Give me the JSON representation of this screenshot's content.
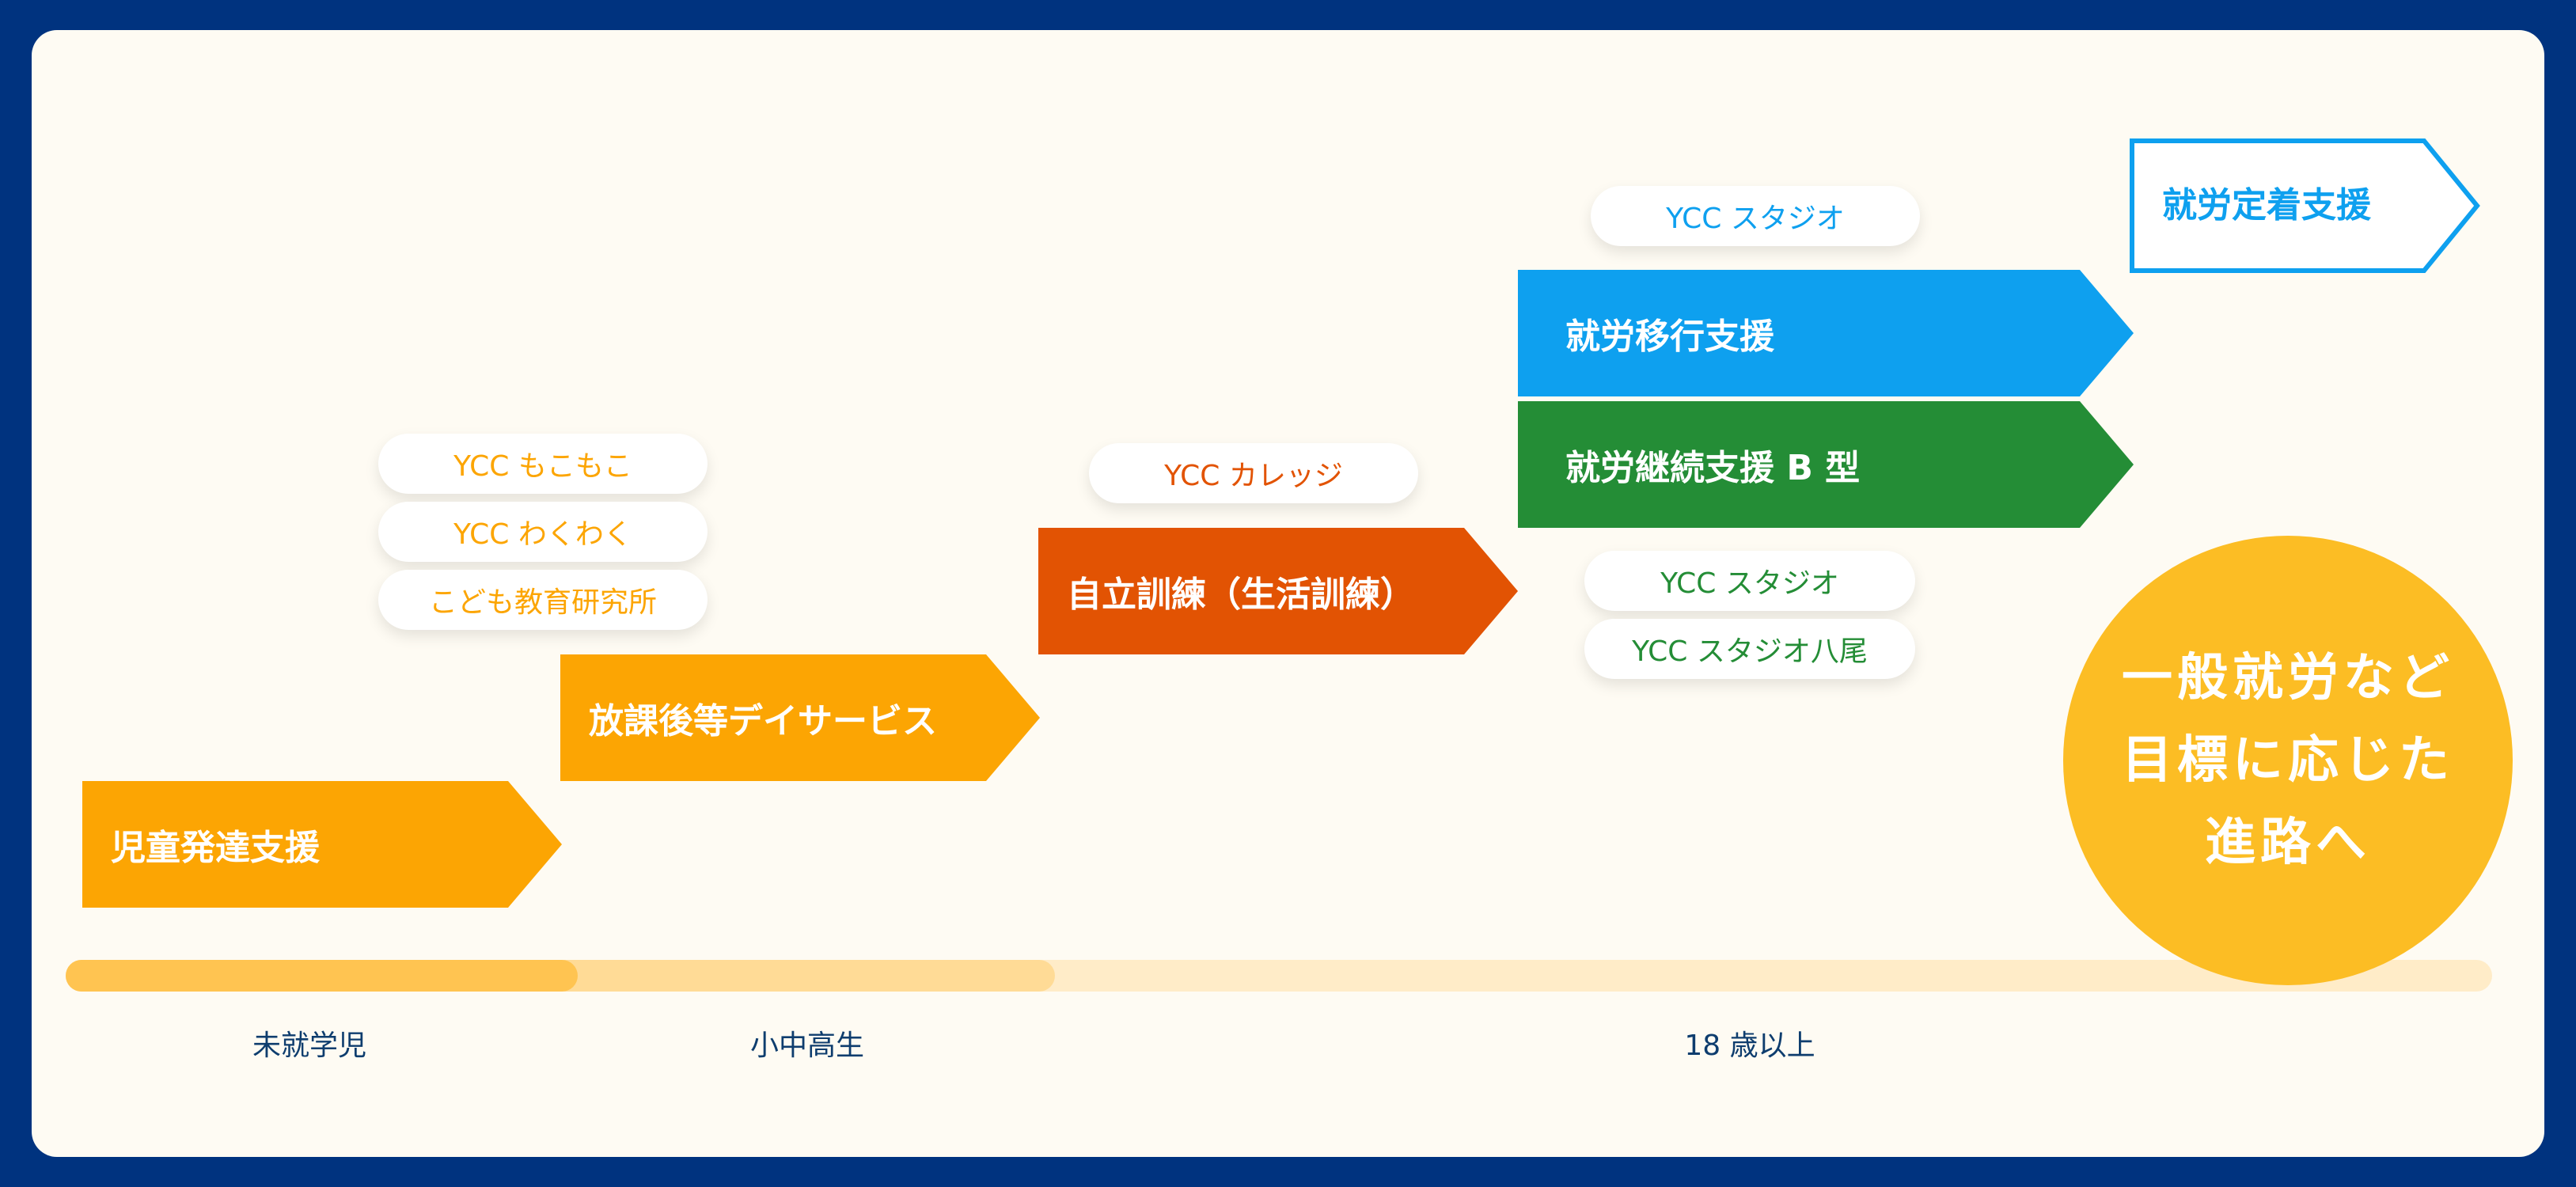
{
  "colors": {
    "frame": "#00337f",
    "background": "#fefbf3",
    "orange": "#fca503",
    "dark_orange": "#e25303",
    "blue": "#0ea0ef",
    "green": "#248d36",
    "goal": "#fcbd24",
    "text_navy": "#0e3d6e"
  },
  "services": {
    "child_dev": "児童発達支援",
    "after_school": "放課後等デイサービス",
    "independence": "自立訓練（生活訓練）",
    "transition": "就労移行支援",
    "continuation_b": "就労継続支援 B 型",
    "retention": "就労定着支援"
  },
  "facilities": {
    "mokomoko": "YCC もこもこ",
    "wakuwaku": "YCC わくわく",
    "kodomo": "こども教育研究所",
    "college": "YCC カレッジ",
    "studio_blue": "YCC スタジオ",
    "studio_green": "YCC スタジオ",
    "studio_yao": "YCC スタジオ八尾"
  },
  "goal": {
    "line1": "一般就労など",
    "line2": "目標に応じた",
    "line3": "進路へ"
  },
  "ages": {
    "preschool": "未就学児",
    "school": "小中高生",
    "adult": "18 歳以上"
  }
}
